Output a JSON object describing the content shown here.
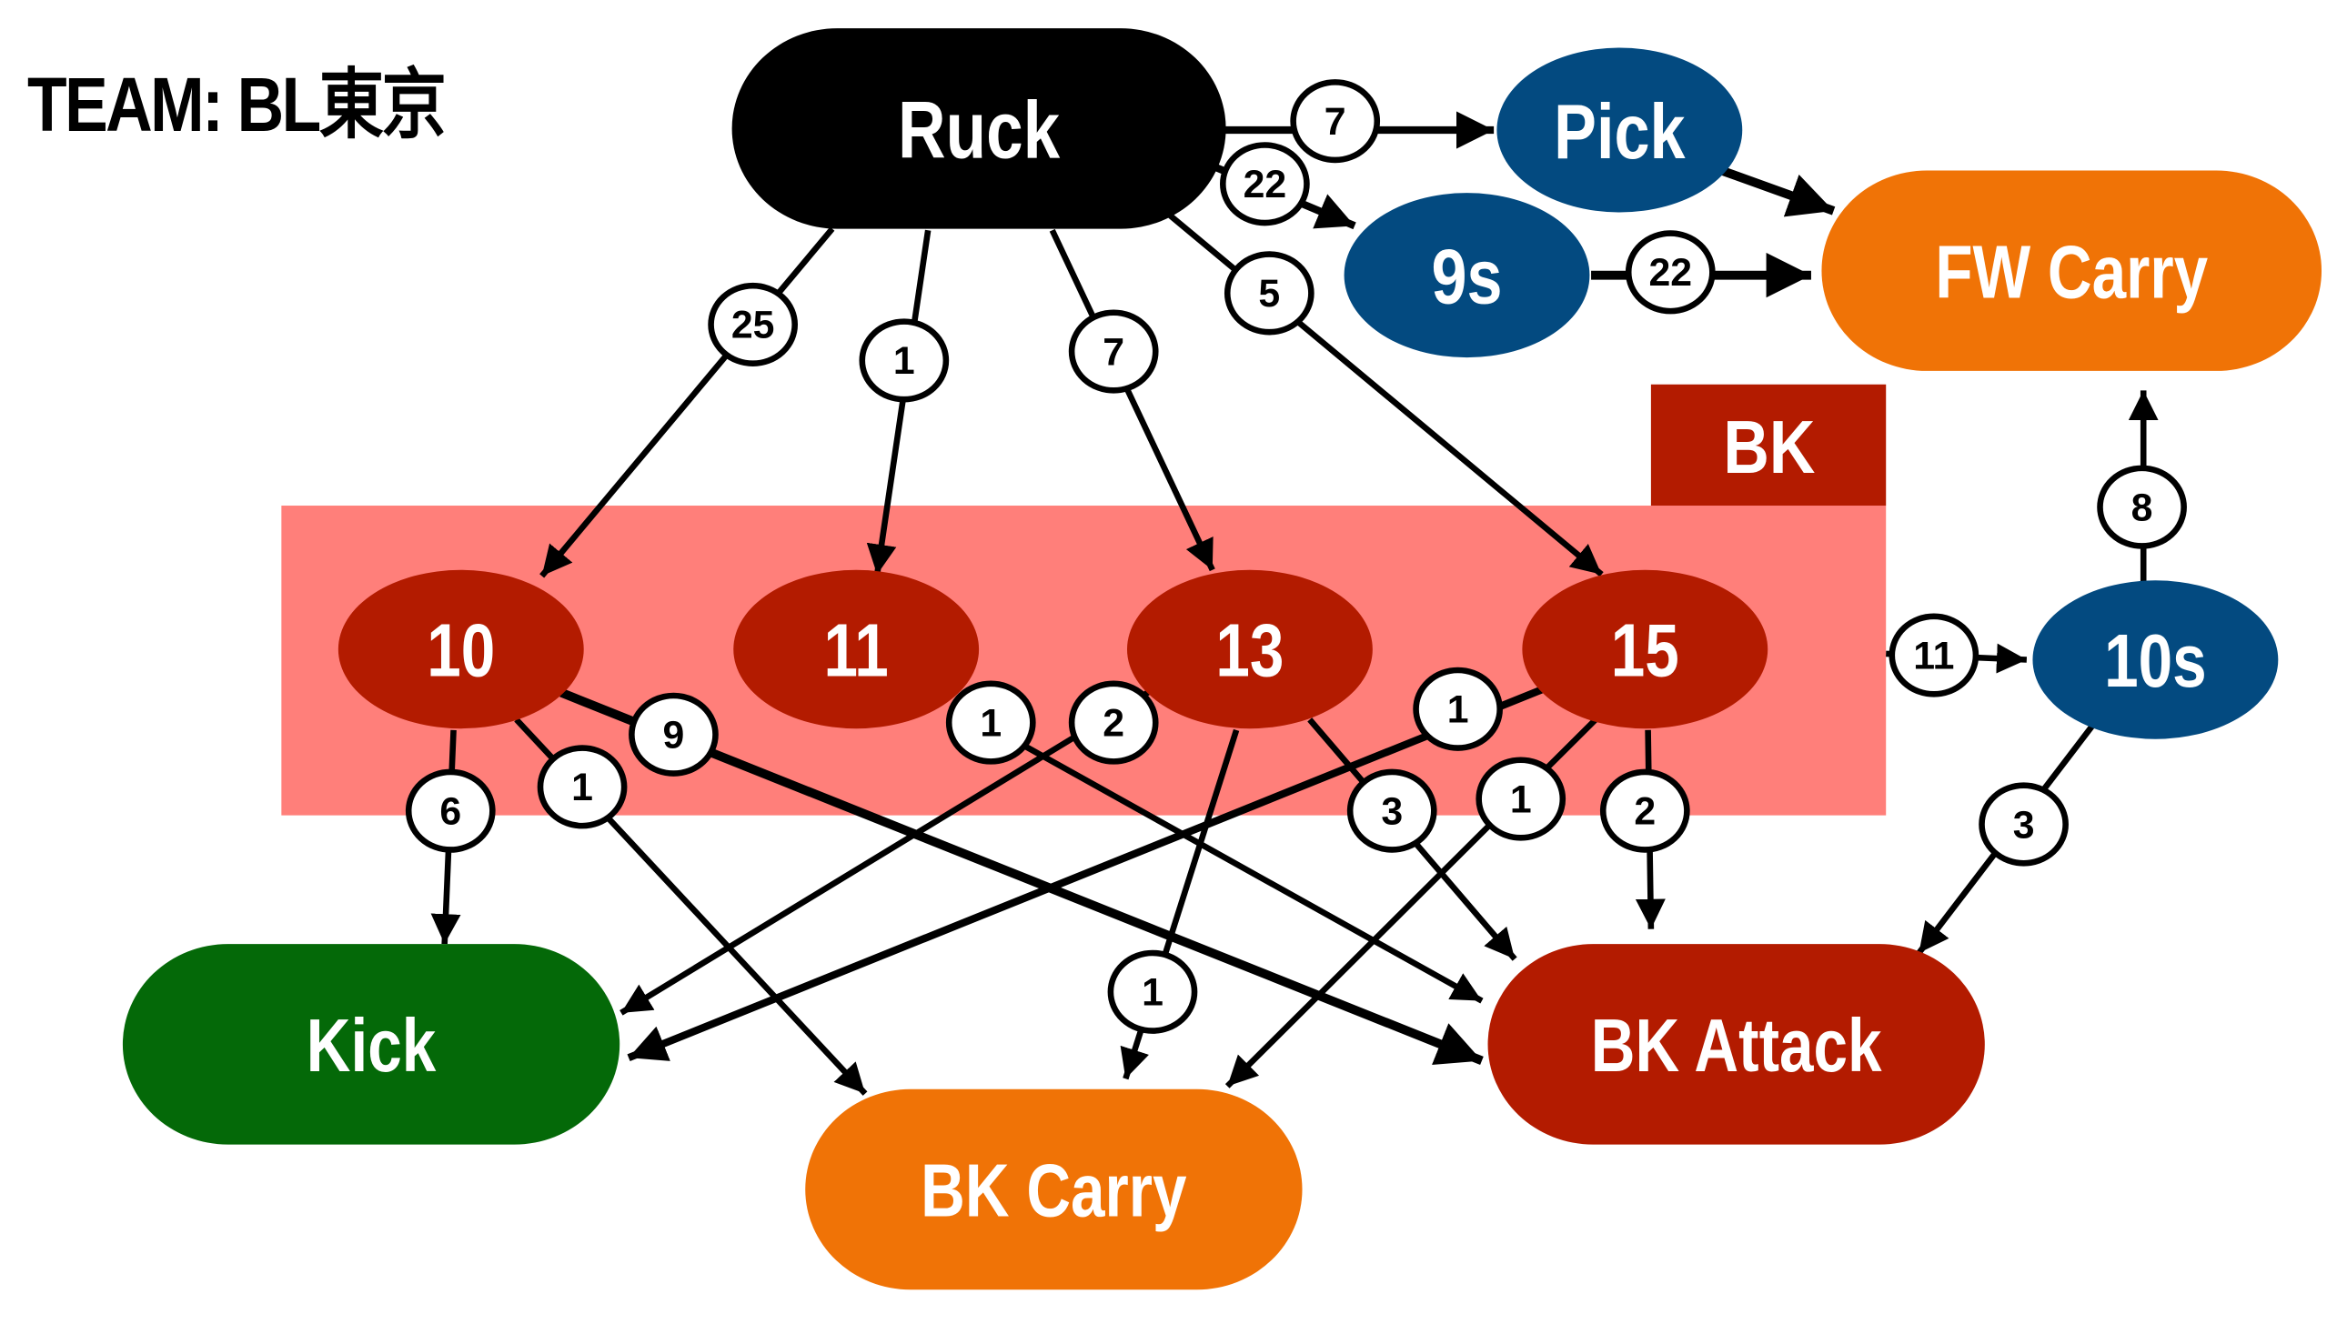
{
  "title": "TEAM: BL東京",
  "colors": {
    "ruck": "#000000",
    "blue": "#034a80",
    "orange": "#f07306",
    "green": "#046908",
    "red": "#b31b00",
    "group_bg": "#ff7f7a",
    "group_label_bg": "#b31b00",
    "edge": "#000000",
    "label_bg": "#ffffff"
  },
  "group": {
    "id": "BK",
    "label": "BK"
  },
  "nodes": [
    {
      "id": "ruck",
      "label": "Ruck",
      "shape": "pill",
      "color": "ruck"
    },
    {
      "id": "pick",
      "label": "Pick",
      "shape": "ellipse",
      "color": "blue"
    },
    {
      "id": "9s",
      "label": "9s",
      "shape": "ellipse",
      "color": "blue"
    },
    {
      "id": "fwcarry",
      "label": "FW Carry",
      "shape": "pill",
      "color": "orange"
    },
    {
      "id": "n10",
      "label": "10",
      "shape": "ellipse",
      "color": "red",
      "group": "BK"
    },
    {
      "id": "n11",
      "label": "11",
      "shape": "ellipse",
      "color": "red",
      "group": "BK"
    },
    {
      "id": "n13",
      "label": "13",
      "shape": "ellipse",
      "color": "red",
      "group": "BK"
    },
    {
      "id": "n15",
      "label": "15",
      "shape": "ellipse",
      "color": "red",
      "group": "BK"
    },
    {
      "id": "10s",
      "label": "10s",
      "shape": "ellipse",
      "color": "blue"
    },
    {
      "id": "kick",
      "label": "Kick",
      "shape": "pill",
      "color": "green"
    },
    {
      "id": "bkcarry",
      "label": "BK Carry",
      "shape": "pill",
      "color": "orange"
    },
    {
      "id": "bkattack",
      "label": "BK Attack",
      "shape": "pill",
      "color": "red"
    }
  ],
  "edges": [
    {
      "from": "ruck",
      "to": "pick",
      "label": "7"
    },
    {
      "from": "ruck",
      "to": "9s",
      "label": "22"
    },
    {
      "from": "ruck",
      "to": "n10",
      "label": "25"
    },
    {
      "from": "ruck",
      "to": "n11",
      "label": "1"
    },
    {
      "from": "ruck",
      "to": "n13",
      "label": "7"
    },
    {
      "from": "ruck",
      "to": "n15",
      "label": "5"
    },
    {
      "from": "pick",
      "to": "fwcarry",
      "label": ""
    },
    {
      "from": "9s",
      "to": "fwcarry",
      "label": "22"
    },
    {
      "from": "BK",
      "to": "10s",
      "label": "11"
    },
    {
      "from": "10s",
      "to": "fwcarry",
      "label": "8"
    },
    {
      "from": "10s",
      "to": "bkattack",
      "label": "3"
    },
    {
      "from": "n10",
      "to": "kick",
      "label": "6"
    },
    {
      "from": "n10",
      "to": "bkcarry",
      "label": "1"
    },
    {
      "from": "n10",
      "to": "bkattack",
      "label": "9"
    },
    {
      "from": "n11",
      "to": "bkattack",
      "label": "1"
    },
    {
      "from": "n13",
      "to": "kick",
      "label": "2"
    },
    {
      "from": "n13",
      "to": "bkcarry",
      "label": "1"
    },
    {
      "from": "n13",
      "to": "bkattack",
      "label": "3"
    },
    {
      "from": "n15",
      "to": "kick",
      "label": "1"
    },
    {
      "from": "n15",
      "to": "bkcarry",
      "label": "1"
    },
    {
      "from": "n15",
      "to": "bkattack",
      "label": "2"
    }
  ]
}
